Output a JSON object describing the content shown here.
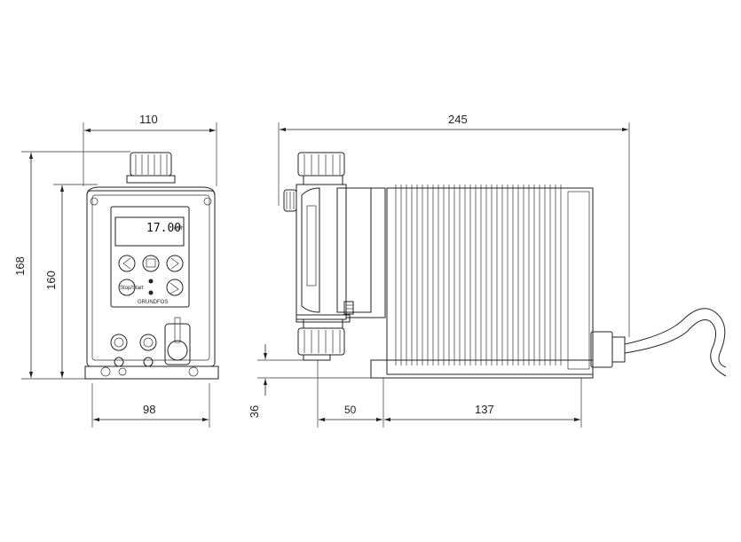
{
  "dimensions": {
    "front_width_top": "110",
    "front_width_bottom": "98",
    "front_height_total": "168",
    "front_height_body": "160",
    "side_length_total": "245",
    "side_height_base": "36",
    "side_offset_50": "50",
    "side_body_137": "137"
  },
  "panel": {
    "display_value": "17.00",
    "display_unit": "ml/h",
    "brand_label": "GRUNDFOS",
    "stop_start_label": "Stop/Start"
  },
  "colors": {
    "line": "#222222",
    "background": "#ffffff"
  }
}
